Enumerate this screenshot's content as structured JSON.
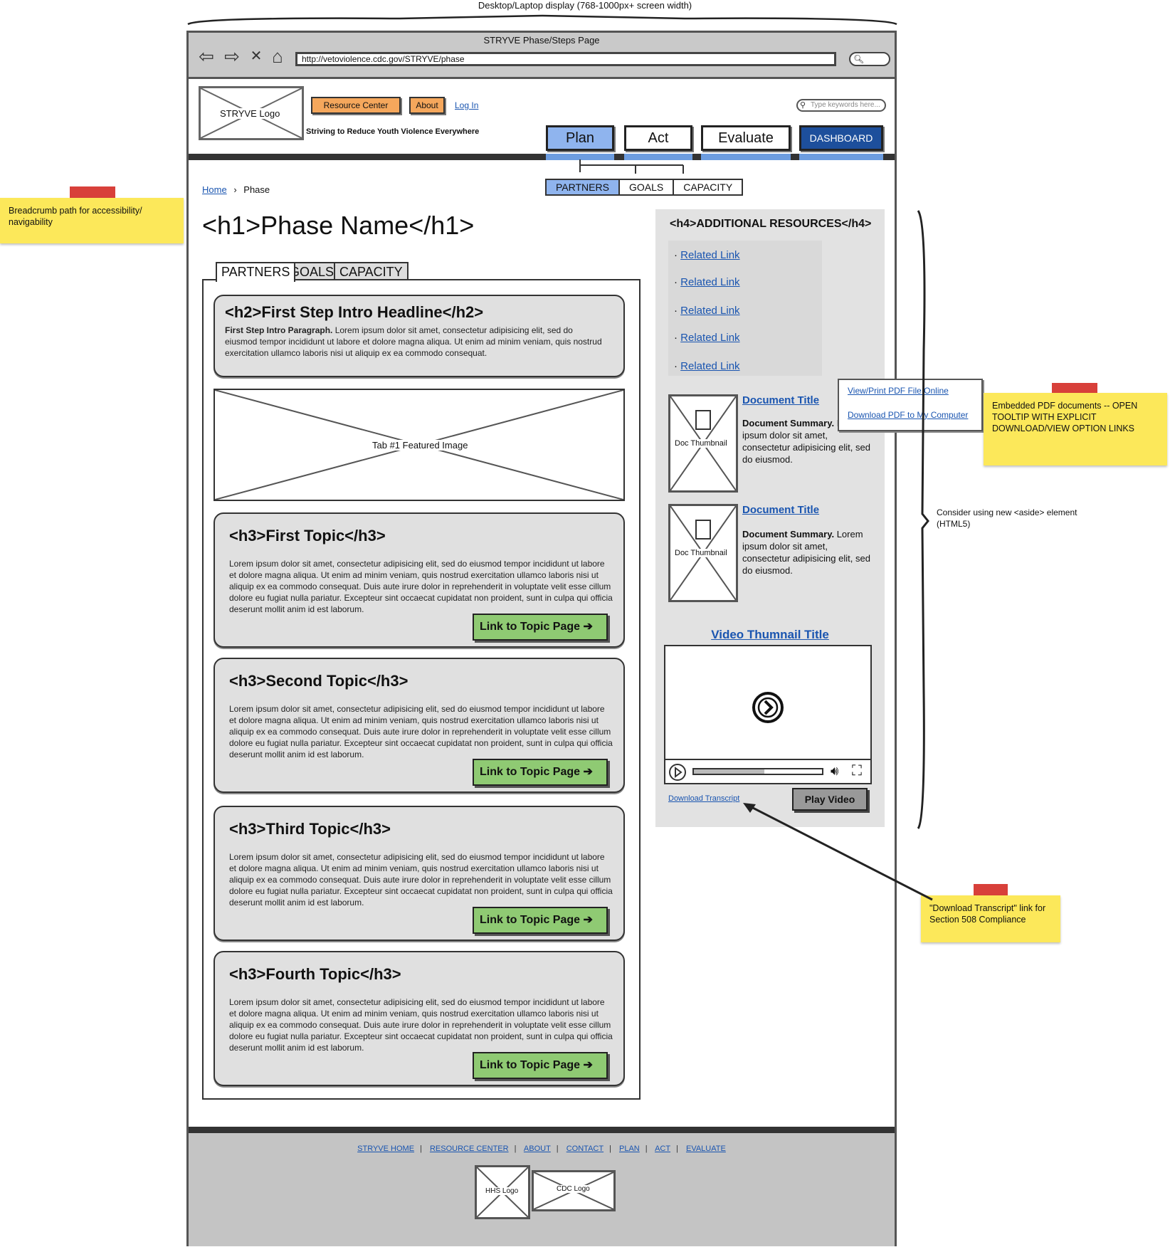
{
  "annotation_top": "Desktop/Laptop display (768-1000px+ screen width)",
  "browser": {
    "title": "STRYVE Phase/Steps Page",
    "url": "http://vetoviolence.cdc.gov/STRYVE/phase"
  },
  "header": {
    "logo_label": "STRYVE Logo",
    "resource_center": "Resource Center",
    "about": "About",
    "login": "Log In",
    "tagline": "Striving to Reduce Youth Violence Everywhere",
    "search_placeholder": "Type keywords here...",
    "nav": [
      "Plan",
      "Act",
      "Evaluate",
      "DASHBOARD"
    ],
    "subnav": [
      "PARTNERS",
      "GOALS",
      "CAPACITY"
    ]
  },
  "breadcrumb": {
    "home": "Home",
    "current": "Phase"
  },
  "h1": "<h1>Phase Name</h1>",
  "tabs": [
    "PARTNERS",
    "GOALS",
    "CAPACITY"
  ],
  "intro": {
    "headline": "<h2>First Step Intro Headline</h2>",
    "lead": "First Step Intro Paragraph.",
    "text": " Lorem ipsum dolor sit amet, consectetur adipisicing elit, sed do eiusmod tempor incididunt ut labore et dolore magna aliqua. Ut enim ad minim veniam, quis nostrud exercitation ullamco laboris nisi ut aliquip ex ea commodo consequat."
  },
  "featured_image_label": "Tab #1 Featured Image",
  "topics": [
    {
      "title": "<h3>First Topic</h3>",
      "text": "Lorem ipsum dolor sit amet, consectetur adipisicing elit, sed do eiusmod tempor incididunt ut labore et dolore magna aliqua. Ut enim ad minim veniam, quis nostrud exercitation ullamco laboris nisi ut aliquip ex ea commodo consequat. Duis aute irure dolor in reprehenderit in voluptate velit esse cillum dolore eu fugiat nulla pariatur. Excepteur sint occaecat cupidatat non proident, sunt in culpa qui officia deserunt mollit anim id est laborum.",
      "link": "Link to Topic Page"
    },
    {
      "title": "<h3>Second Topic</h3>",
      "text": "Lorem ipsum dolor sit amet, consectetur adipisicing elit, sed do eiusmod tempor incididunt ut labore et dolore magna aliqua. Ut enim ad minim veniam, quis nostrud exercitation ullamco laboris nisi ut aliquip ex ea commodo consequat. Duis aute irure dolor in reprehenderit in voluptate velit esse cillum dolore eu fugiat nulla pariatur. Excepteur sint occaecat cupidatat non proident, sunt in culpa qui officia deserunt mollit anim id est laborum.",
      "link": "Link to Topic Page"
    },
    {
      "title": "<h3>Third Topic</h3>",
      "text": "Lorem ipsum dolor sit amet, consectetur adipisicing elit, sed do eiusmod tempor incididunt ut labore et dolore magna aliqua. Ut enim ad minim veniam, quis nostrud exercitation ullamco laboris nisi ut aliquip ex ea commodo consequat. Duis aute irure dolor in reprehenderit in voluptate velit esse cillum dolore eu fugiat nulla pariatur. Excepteur sint occaecat cupidatat non proident, sunt in culpa qui officia deserunt mollit anim id est laborum.",
      "link": "Link to Topic Page"
    },
    {
      "title": "<h3>Fourth Topic</h3>",
      "text": "Lorem ipsum dolor sit amet, consectetur adipisicing elit, sed do eiusmod tempor incididunt ut labore et dolore magna aliqua. Ut enim ad minim veniam, quis nostrud exercitation ullamco laboris nisi ut aliquip ex ea commodo consequat. Duis aute irure dolor in reprehenderit in voluptate velit esse cillum dolore eu fugiat nulla pariatur. Excepteur sint occaecat cupidatat non proident, sunt in culpa qui officia deserunt mollit anim id est laborum.",
      "link": "Link to Topic Page"
    }
  ],
  "aside": {
    "heading": "<h4>ADDITIONAL RESOURCES</h4>",
    "related_links": [
      "Related Link",
      "Related Link",
      "Related Link",
      "Related Link",
      "Related Link"
    ],
    "documents": [
      {
        "thumb_label": "Doc Thumbnail",
        "title": "Document Title",
        "summary_lead": "Document Summary.",
        "summary": " Lorem ipsum dolor sit amet, consectetur adipisicing elit, sed do eiusmod."
      },
      {
        "thumb_label": "Doc Thumbnail",
        "title": "Document Title",
        "summary_lead": "Document Summary.",
        "summary": " Lorem ipsum dolor sit amet, consectetur adipisicing elit, sed do eiusmod."
      }
    ],
    "tooltip": {
      "view": "View/Print PDF File Online",
      "download": "Download PDF to My Computer"
    },
    "video_title": "Video Thumnail Title",
    "video_progress": 0.55,
    "download_transcript": "Download Transcript",
    "play_video": "Play Video"
  },
  "footer": {
    "links": [
      "STRYVE HOME",
      "RESOURCE CENTER",
      "ABOUT",
      "CONTACT",
      "PLAN",
      "ACT",
      "EVALUATE"
    ],
    "hhs_logo": "HHS Logo",
    "cdc_logo": "CDC Logo"
  },
  "notes": {
    "breadcrumb": "Breadcrumb path for accessibility/ navigability",
    "pdf": "Embedded PDF documents -- OPEN TOOLTIP WITH EXPLICIT DOWNLOAD/VIEW OPTION LINKS",
    "aside": "Consider using new <aside> element (HTML5)",
    "transcript": "\"Download Transcript\" link for Section 508 Compliance"
  },
  "colors": {
    "nav_active": "#8fb4ee",
    "dashboard": "#1d4f9c",
    "orange_button": "#f5a75c",
    "green_button": "#8fca73",
    "sticky": "#fce85a",
    "tape": "#d8403a",
    "link": "#1a55b0"
  }
}
